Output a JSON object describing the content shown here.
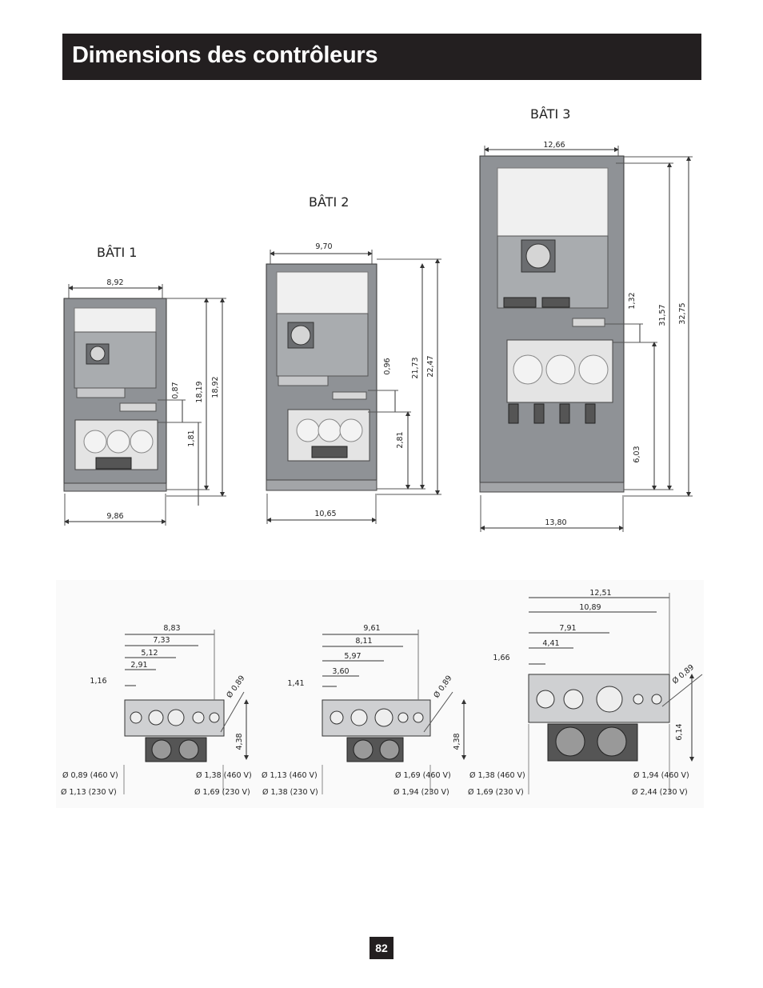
{
  "header": {
    "title": "Dimensions des contrôleurs"
  },
  "frames": [
    {
      "label": "BÂTI 1",
      "width_top": "8,92",
      "width_bottom": "9,86",
      "d_a": "0,87",
      "d_b": "1,81",
      "h_inner": "18,19",
      "h_outer": "18,92"
    },
    {
      "label": "BÂTI 2",
      "width_top": "9,70",
      "width_bottom": "10,65",
      "d_a": "0,96",
      "d_b": "2,81",
      "h_inner": "21,73",
      "h_outer": "22,47"
    },
    {
      "label": "BÂTI 3",
      "width_top": "12,66",
      "width_bottom": "13,80",
      "d_a": "1,32",
      "d_b": "6,03",
      "h_inner": "31,57",
      "h_outer": "32,75"
    }
  ],
  "bottom_views": [
    {
      "dims": [
        "8,83",
        "7,33",
        "5,12",
        "2,91",
        "1,16"
      ],
      "hole_dia": "Ø 0,89",
      "height": "4,38",
      "left_holes": [
        "Ø 0,89 (460 V)",
        "Ø 1,13 (230 V)"
      ],
      "right_holes": [
        "Ø 1,38 (460 V)",
        "Ø 1,69 (230 V)"
      ]
    },
    {
      "dims": [
        "9,61",
        "8,11",
        "5,97",
        "3,60",
        "1,41"
      ],
      "hole_dia": "Ø 0,89",
      "height": "4,38",
      "left_holes": [
        "Ø 1,13 (460 V)",
        "Ø 1,38 (230 V)"
      ],
      "right_holes": [
        "Ø 1,69 (460 V)",
        "Ø 1,94 (230 V)"
      ]
    },
    {
      "dims": [
        "12,51",
        "10,89",
        "7,91",
        "4,41",
        "1,66"
      ],
      "hole_dia": "Ø 0,89",
      "height": "6,14",
      "left_holes": [
        "Ø 1,38 (460 V)",
        "Ø 1,69 (230 V)"
      ],
      "right_holes": [
        "Ø 1,94 (460 V)",
        "Ø 2,44 (230 V)"
      ]
    }
  ],
  "footer": {
    "page_number": "82"
  }
}
